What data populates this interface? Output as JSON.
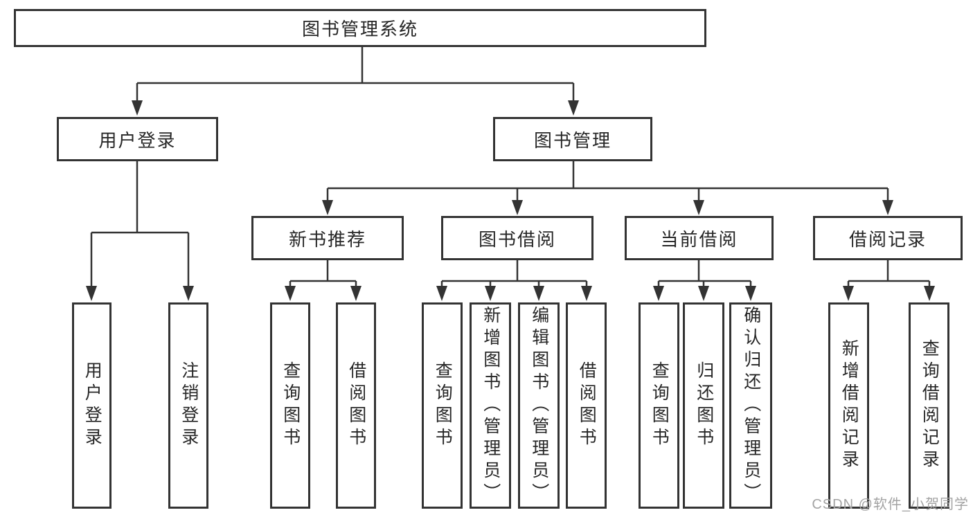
{
  "colors": {
    "background": "#ffffff",
    "line": "#333333",
    "box_border": "#333333",
    "text": "#262626",
    "watermark": "#a3a3a3"
  },
  "diagram": {
    "root": {
      "label": "图书管理系统"
    },
    "branches": [
      {
        "label": "用户登录",
        "children": [
          {
            "label": "用户登录"
          },
          {
            "label": "注销登录"
          }
        ]
      },
      {
        "label": "图书管理",
        "children": [
          {
            "label": "新书推荐",
            "children": [
              {
                "label": "查询图书"
              },
              {
                "label": "借阅图书"
              }
            ]
          },
          {
            "label": "图书借阅",
            "children": [
              {
                "label": "查询图书"
              },
              {
                "label": "新增图书（管理员）"
              },
              {
                "label": "编辑图书（管理员）"
              },
              {
                "label": "借阅图书"
              }
            ]
          },
          {
            "label": "当前借阅",
            "children": [
              {
                "label": "查询图书"
              },
              {
                "label": "归还图书"
              },
              {
                "label": "确认归还（管理员）"
              }
            ]
          },
          {
            "label": "借阅记录",
            "children": [
              {
                "label": "新增借阅记录"
              },
              {
                "label": "查询借阅记录"
              }
            ]
          }
        ]
      }
    ]
  },
  "watermark": {
    "text": "CSDN @软件_小贺同学"
  }
}
